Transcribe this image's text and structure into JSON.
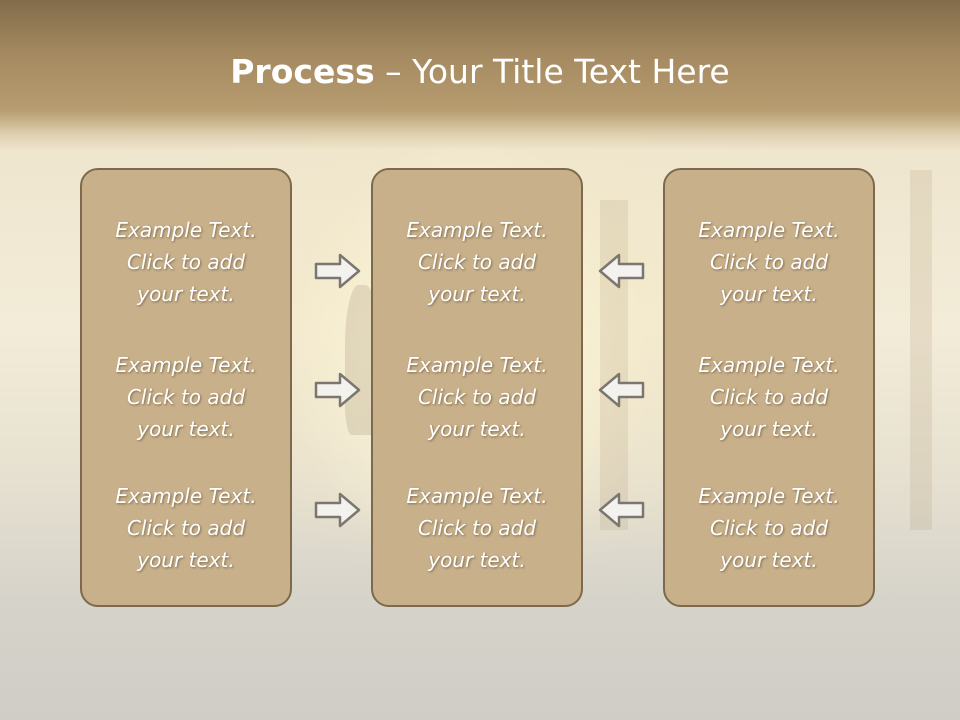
{
  "title": {
    "bold": "Process",
    "separator": " – ",
    "rest": "Your Title Text Here"
  },
  "columns": [
    {
      "blocks": [
        "Example Text.\nClick  to add\nyour text.",
        "Example Text.\nClick  to add\nyour text.",
        "Example Text.\nClick  to add\nyour text."
      ]
    },
    {
      "blocks": [
        "Example Text.\nClick  to add\nyour text.",
        "Example Text.\nClick  to add\nyour text.",
        "Example Text.\nClick  to add\nyour text."
      ]
    },
    {
      "blocks": [
        "Example Text.\nClick  to add\nyour text.",
        "Example Text.\nClick  to add\nyour text.",
        "Example Text.\nClick  to add\nyour text."
      ]
    }
  ],
  "arrows": {
    "left_column": [
      "arrow-right-icon",
      "arrow-right-icon",
      "arrow-right-icon"
    ],
    "right_column": [
      "arrow-left-icon",
      "arrow-left-icon",
      "arrow-left-icon"
    ]
  },
  "colors": {
    "header": "#a58a61",
    "panel_fill": "#c8b08a",
    "panel_border": "#7d6a4c",
    "text": "#ffffff"
  }
}
